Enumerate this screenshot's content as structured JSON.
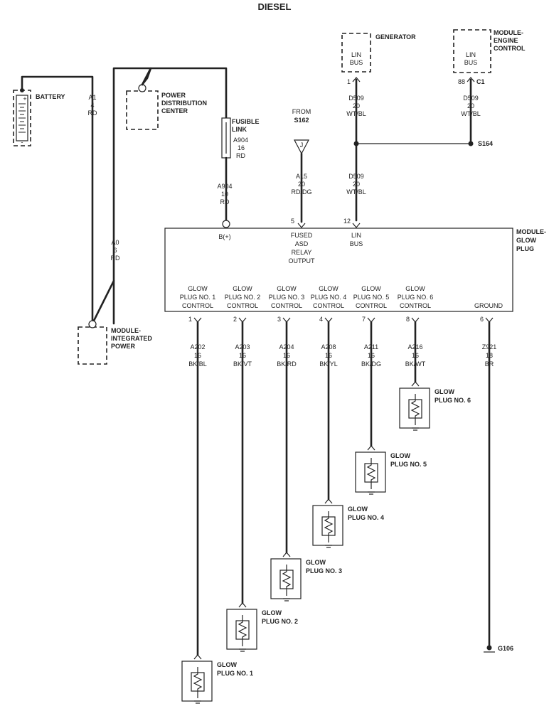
{
  "title": "DIESEL",
  "battery": {
    "label": "BATTERY",
    "plus": "+",
    "minus": "-",
    "wire": [
      "A1",
      "4",
      "RD"
    ]
  },
  "pdc": {
    "label": [
      "POWER",
      "DISTRIBUTION",
      "CENTER"
    ]
  },
  "fusible_link": {
    "label": [
      "FUSIBLE",
      "LINK"
    ],
    "wire_in": [
      "A904",
      "16",
      "RD"
    ],
    "wire_out": [
      "A904",
      "10",
      "RD"
    ]
  },
  "module_integrated_power": {
    "label": [
      "MODULE-",
      "INTEGRATED",
      "POWER"
    ],
    "wire": [
      "A0",
      "6",
      "RD"
    ]
  },
  "from_s162": {
    "label": [
      "FROM",
      "S162"
    ],
    "connector": "J",
    "wire": [
      "A15",
      "20",
      "RD/DG"
    ]
  },
  "generator": {
    "label": "GENERATOR",
    "inner": [
      "LIN",
      "BUS"
    ],
    "pin": "1",
    "wire": [
      "D509",
      "20",
      "WT/BL"
    ]
  },
  "engine_module": {
    "label": [
      "MODULE-",
      "ENGINE",
      "CONTROL"
    ],
    "inner": [
      "LIN",
      "BUS"
    ],
    "pin": "88",
    "connector": "C1",
    "wire": [
      "D509",
      "20",
      "WT/BL"
    ]
  },
  "splice": {
    "label": "S164",
    "wire": [
      "D509",
      "20",
      "WT/BL"
    ]
  },
  "glow_module": {
    "label": [
      "MODULE-",
      "GLOW",
      "PLUG"
    ],
    "b_plus": "B(+)",
    "fused": [
      "FUSED",
      "ASD",
      "RELAY",
      "OUTPUT"
    ],
    "fused_pin": "5",
    "lin": [
      "LIN",
      "BUS"
    ],
    "lin_pin": "12"
  },
  "outputs": [
    {
      "name": [
        "GLOW",
        "PLUG NO. 1",
        "CONTROL"
      ],
      "pin": "1",
      "wire": [
        "A202",
        "16",
        "BK/BL"
      ],
      "plug": [
        "GLOW",
        "PLUG NO. 1"
      ]
    },
    {
      "name": [
        "GLOW",
        "PLUG NO. 2",
        "CONTROL"
      ],
      "pin": "2",
      "wire": [
        "A203",
        "16",
        "BK/VT"
      ],
      "plug": [
        "GLOW",
        "PLUG NO. 2"
      ]
    },
    {
      "name": [
        "GLOW",
        "PLUG NO. 3",
        "CONTROL"
      ],
      "pin": "3",
      "wire": [
        "A204",
        "16",
        "BK/RD"
      ],
      "plug": [
        "GLOW",
        "PLUG NO. 3"
      ]
    },
    {
      "name": [
        "GLOW",
        "PLUG NO. 4",
        "CONTROL"
      ],
      "pin": "4",
      "wire": [
        "A208",
        "16",
        "BK/YL"
      ],
      "plug": [
        "GLOW",
        "PLUG NO. 4"
      ]
    },
    {
      "name": [
        "GLOW",
        "PLUG NO. 5",
        "CONTROL"
      ],
      "pin": "7",
      "wire": [
        "A211",
        "16",
        "BK/DG"
      ],
      "plug": [
        "GLOW",
        "PLUG NO. 5"
      ]
    },
    {
      "name": [
        "GLOW",
        "PLUG NO. 6",
        "CONTROL"
      ],
      "pin": "8",
      "wire": [
        "A216",
        "16",
        "BK/WT"
      ],
      "plug": [
        "GLOW",
        "PLUG NO. 6"
      ]
    }
  ],
  "ground": {
    "name": "GROUND",
    "pin": "6",
    "wire": [
      "Z921",
      "18",
      "BR"
    ],
    "terminal": "G106"
  }
}
